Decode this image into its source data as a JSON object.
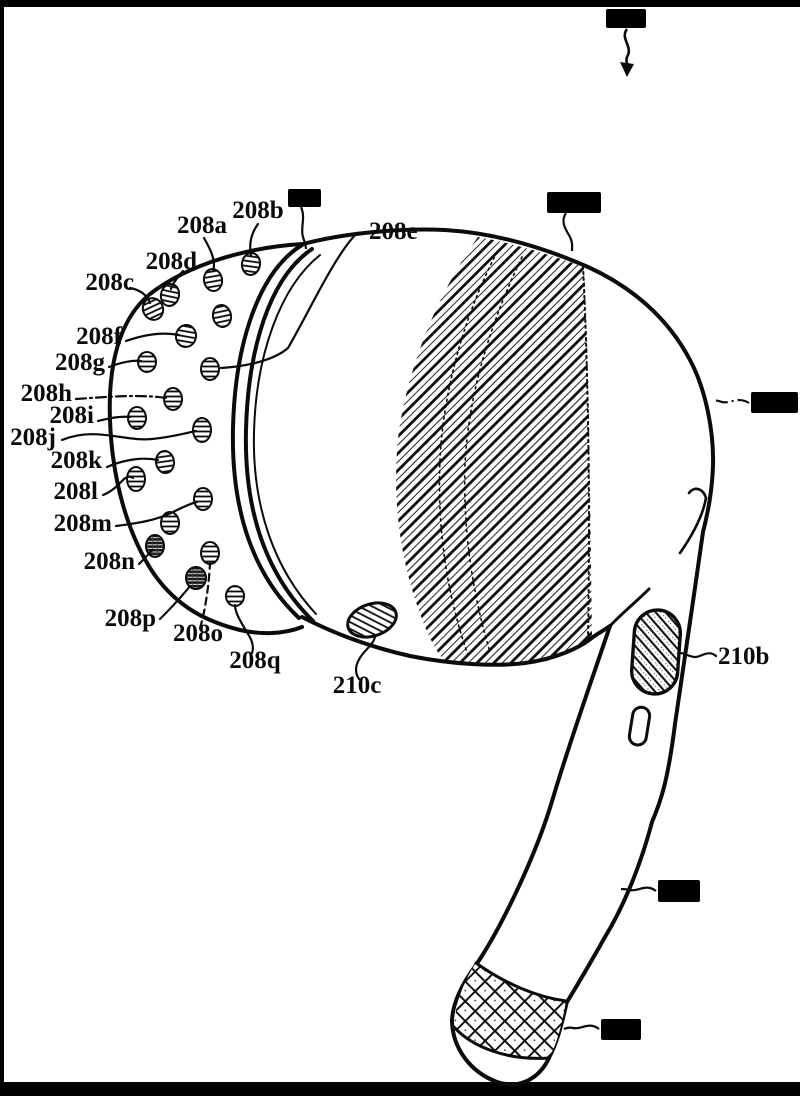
{
  "page": {
    "background": "#ffffff",
    "ink": "#0b0b0b",
    "border_color": "#000000",
    "alt": "Patent-style line drawing of a wireless earbud with hatched band, speaker-mesh port holes and sensor windows"
  },
  "figure": {
    "labels": [
      {
        "id": "208a",
        "text": "208a"
      },
      {
        "id": "208b",
        "text": "208b"
      },
      {
        "id": "208c",
        "text": "208c"
      },
      {
        "id": "208d",
        "text": "208d"
      },
      {
        "id": "208e",
        "text": "208e"
      },
      {
        "id": "208f",
        "text": "208f"
      },
      {
        "id": "208g",
        "text": "208g"
      },
      {
        "id": "208h",
        "text": "208h"
      },
      {
        "id": "208i",
        "text": "208i"
      },
      {
        "id": "208j",
        "text": "208j"
      },
      {
        "id": "208k",
        "text": "208k"
      },
      {
        "id": "208l",
        "text": "208l"
      },
      {
        "id": "208m",
        "text": "208m"
      },
      {
        "id": "208n",
        "text": "208n"
      },
      {
        "id": "208o",
        "text": "208o"
      },
      {
        "id": "208p",
        "text": "208p"
      },
      {
        "id": "208q",
        "text": "208q"
      },
      {
        "id": "210b",
        "text": "210b"
      },
      {
        "id": "210c",
        "text": "210c"
      }
    ],
    "redactions": [
      "figure-number-redaction",
      "mesh-ref-redaction",
      "band-ref-redaction",
      "body-ref-redaction",
      "stem-ref-redaction",
      "tip-ref-redaction"
    ]
  }
}
